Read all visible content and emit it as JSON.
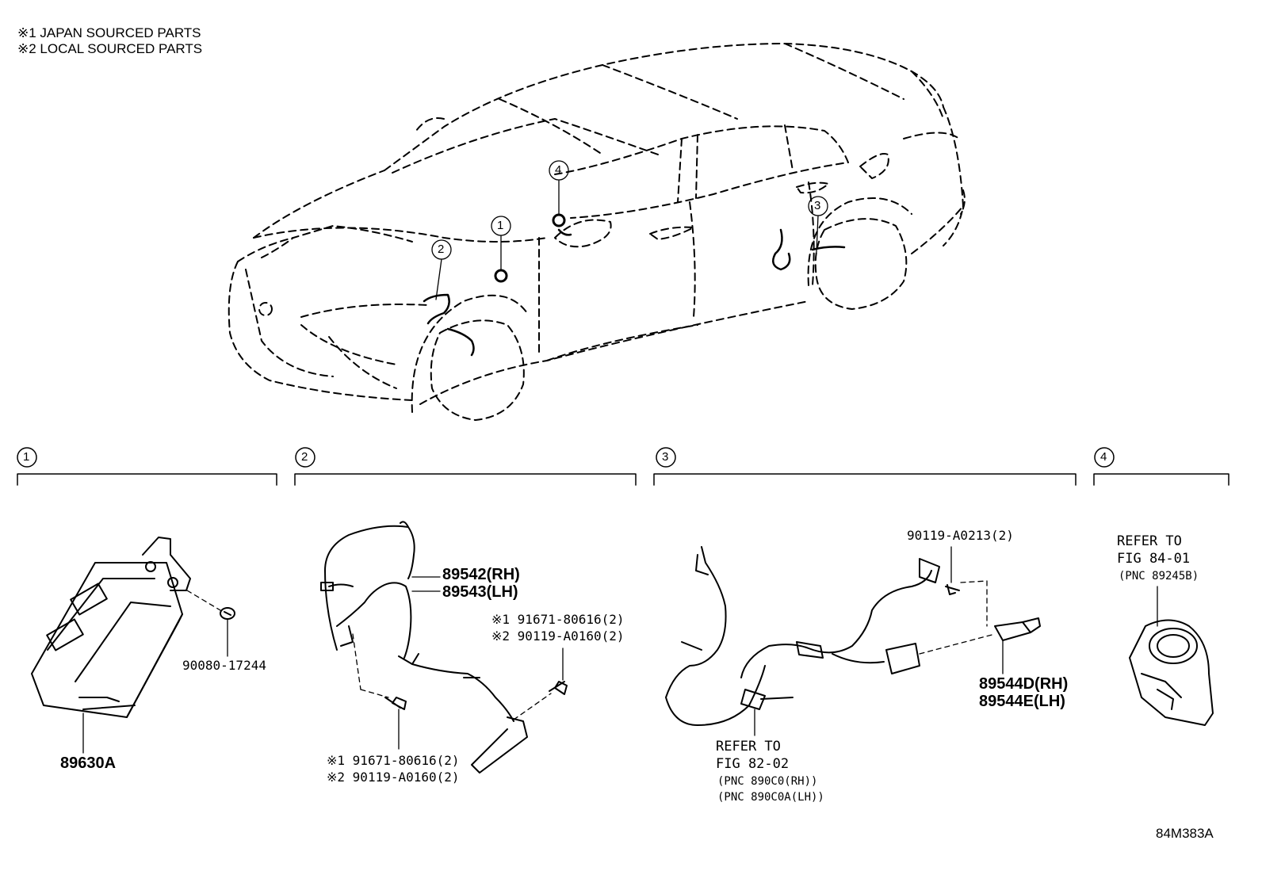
{
  "legend": {
    "note1": "※1 JAPAN SOURCED PARTS",
    "note2": "※2 LOCAL SOURCED PARTS"
  },
  "callouts": [
    "1",
    "2",
    "3",
    "4"
  ],
  "sections": [
    {
      "num": "1"
    },
    {
      "num": "2"
    },
    {
      "num": "3"
    },
    {
      "num": "4"
    }
  ],
  "section1": {
    "part_main": "89630A",
    "part_nut": "90080-17244"
  },
  "section2": {
    "sensor_rh": "89542(RH)",
    "sensor_lh": "89543(LH)",
    "bolt_a_line1": "※1 91671-80616(2)",
    "bolt_a_line2": "※2 90119-A0160(2)",
    "bolt_b_line1": "※1 91671-80616(2)",
    "bolt_b_line2": "※2 90119-A0160(2)"
  },
  "section3": {
    "bolt": "90119-A0213(2)",
    "sensor_rh": "89544D(RH)",
    "sensor_lh": "89544E(LH)",
    "ref_line1": "REFER TO",
    "ref_line2": "FIG 82-02",
    "ref_line3": "(PNC 890C0(RH))",
    "ref_line4": "(PNC 890C0A(LH))"
  },
  "section4": {
    "ref_line1": "REFER TO",
    "ref_line2": "FIG 84-01",
    "ref_line3": "(PNC 89245B)"
  },
  "figure_id": "84M383A"
}
